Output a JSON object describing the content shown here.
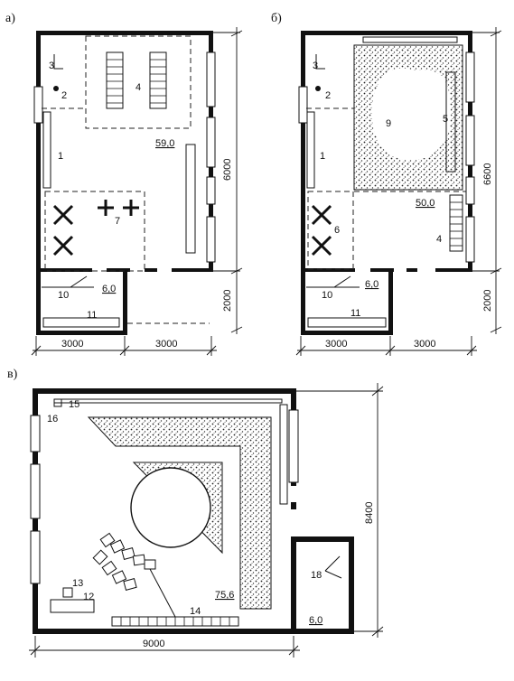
{
  "panels": {
    "a": {
      "letter": "а)",
      "labels": [
        "1",
        "2",
        "3",
        "4",
        "7",
        "10",
        "11"
      ],
      "area_main": "59,0",
      "area_small": "6,0",
      "dim_height": "6000",
      "dim_annex": "2000",
      "dim_left": "3000",
      "dim_right": "3000"
    },
    "b": {
      "letter": "б)",
      "labels": [
        "1",
        "2",
        "3",
        "4",
        "5",
        "6",
        "9",
        "10",
        "11"
      ],
      "area_main": "50,0",
      "area_small": "6,0",
      "dim_height": "6600",
      "dim_annex": "2000",
      "dim_left": "3000",
      "dim_right": "3000"
    },
    "c": {
      "letter": "в)",
      "labels": [
        "12",
        "13",
        "14",
        "15",
        "16",
        "18"
      ],
      "area_main": "75,6",
      "area_small": "6,0",
      "dim_width": "9000",
      "dim_height": "8400"
    }
  }
}
